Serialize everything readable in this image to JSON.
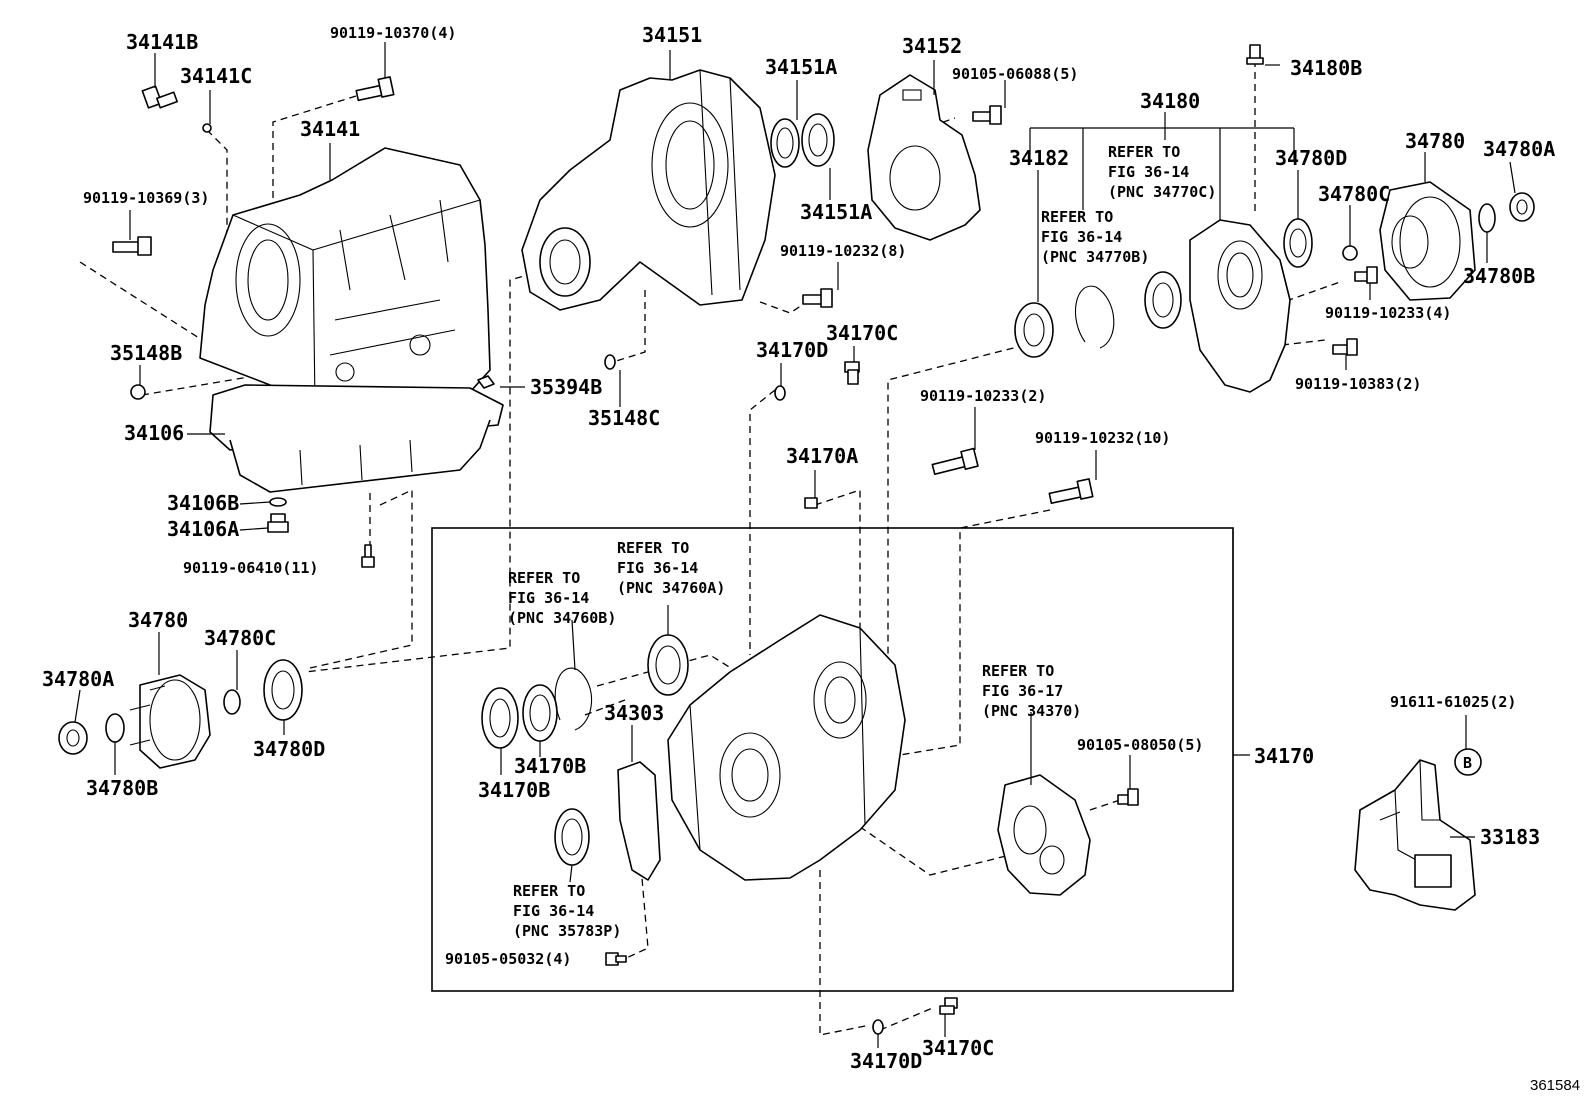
{
  "labels": {
    "p34141B": "34141B",
    "p90119_10370": "90119-10370(4)",
    "p34141C": "34141C",
    "p34141": "34141",
    "p90119_10369": "90119-10369(3)",
    "p35148B": "35148B",
    "p34106": "34106",
    "p34106B": "34106B",
    "p34106A": "34106A",
    "p90119_06410": "90119-06410(11)",
    "p34151": "34151",
    "p34151A_top": "34151A",
    "p34151A_bot": "34151A",
    "p34152": "34152",
    "p90105_06088": "90105-06088(5)",
    "p90119_10232_8": "90119-10232(8)",
    "p35394B": "35394B",
    "p35148C": "35148C",
    "p34170D_top": "34170D",
    "p34170C_top": "34170C",
    "p34170A": "34170A",
    "p90119_10233_2": "90119-10233(2)",
    "p90119_10232_10": "90119-10232(10)",
    "p34180B": "34180B",
    "p34180": "34180",
    "p34182": "34182",
    "p34780D_right": "34780D",
    "p34780_right": "34780",
    "p34780A_right": "34780A",
    "p34780C_right": "34780C",
    "p34780B_right": "34780B",
    "p90119_10233_4": "90119-10233(4)",
    "p90119_10383": "90119-10383(2)",
    "p34780_left": "34780",
    "p34780C_left": "34780C",
    "p34780A_left": "34780A",
    "p34780B_left": "34780B",
    "p34780D_left": "34780D",
    "p34170B_a": "34170B",
    "p34170B_b": "34170B",
    "p34303": "34303",
    "p90105_05032": "90105-05032(4)",
    "p90105_08050": "90105-08050(5)",
    "p34170": "34170",
    "p34170D_bot": "34170D",
    "p34170C_bot": "34170C",
    "p91611_61025": "91611-61025(2)",
    "p33183": "33183",
    "callout_B": "B",
    "image_code": "361584"
  },
  "refs": {
    "r34770C": [
      "REFER TO",
      "FIG 36-14",
      "(PNC 34770C)"
    ],
    "r34770B": [
      "REFER TO",
      "FIG 36-14",
      "(PNC 34770B)"
    ],
    "r34760A": [
      "REFER TO",
      "FIG 36-14",
      "(PNC 34760A)"
    ],
    "r34760B": [
      "REFER TO",
      "FIG 36-14",
      "(PNC 34760B)"
    ],
    "r35783P": [
      "REFER TO",
      "FIG 36-14",
      "(PNC 35783P)"
    ],
    "r34370": [
      "REFER TO",
      "FIG 36-17",
      "(PNC 34370)"
    ]
  }
}
